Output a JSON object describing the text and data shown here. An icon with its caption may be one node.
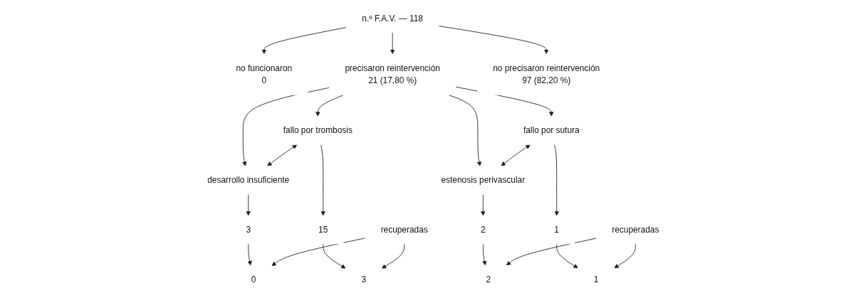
{
  "diagram": {
    "nodes": [
      {
        "text": [
          "n.º F.A.V. — 118"
        ]
      },
      {
        "text": [
          "no funcionaron",
          "0"
        ]
      },
      {
        "text": [
          "precisaron reintervención",
          "21 (17,80 %)"
        ]
      },
      {
        "text": [
          "no precisaron reintervención",
          "97 (82,20 %)"
        ]
      },
      {
        "text": [
          "fallo por trombosis"
        ]
      },
      {
        "text": [
          "desarrollo insuficiente"
        ]
      },
      {
        "text": [
          "fallo por sutura"
        ]
      },
      {
        "text": [
          "estenosis perivascular"
        ]
      },
      {
        "text": [
          "15"
        ]
      },
      {
        "text": [
          "3"
        ]
      },
      {
        "text": [
          "1"
        ]
      },
      {
        "text": [
          "2"
        ]
      },
      {
        "text": [
          "3"
        ]
      },
      {
        "text": [
          "recuperadas"
        ]
      },
      {
        "text": [
          "0"
        ]
      },
      {
        "text": [
          "1"
        ]
      },
      {
        "text": [
          "recuperadas"
        ]
      },
      {
        "text": [
          "2"
        ]
      }
    ],
    "edges": [
      {
        "from": 0,
        "to": 1,
        "arrow": "to"
      },
      {
        "from": 0,
        "to": 2,
        "arrow": "to"
      },
      {
        "from": 0,
        "to": 3,
        "arrow": "to"
      },
      {
        "from": 2,
        "to": 4,
        "arrow": "to"
      },
      {
        "from": 2,
        "to": 5,
        "arrow": "to"
      },
      {
        "from": 2,
        "to": 6,
        "arrow": "to"
      },
      {
        "from": 2,
        "to": 7,
        "arrow": "to"
      },
      {
        "from": 4,
        "to": 5,
        "arrow": "both"
      },
      {
        "from": 6,
        "to": 7,
        "arrow": "both"
      },
      {
        "from": 4,
        "to": 8,
        "arrow": "to"
      },
      {
        "from": 5,
        "to": 9,
        "arrow": "to"
      },
      {
        "from": 6,
        "to": 10,
        "arrow": "to"
      },
      {
        "from": 7,
        "to": 11,
        "arrow": "to"
      },
      {
        "from": 8,
        "to": 12,
        "arrow": "to"
      },
      {
        "from": 9,
        "to": 14,
        "arrow": "to"
      },
      {
        "from": 10,
        "to": 15,
        "arrow": "to"
      },
      {
        "from": 11,
        "to": 17,
        "arrow": "to"
      },
      {
        "from": 13,
        "to": 12,
        "arrow": "to"
      },
      {
        "from": 13,
        "to": 14,
        "arrow": "to"
      },
      {
        "from": 16,
        "to": 15,
        "arrow": "to"
      },
      {
        "from": 16,
        "to": 17,
        "arrow": "to"
      }
    ]
  }
}
